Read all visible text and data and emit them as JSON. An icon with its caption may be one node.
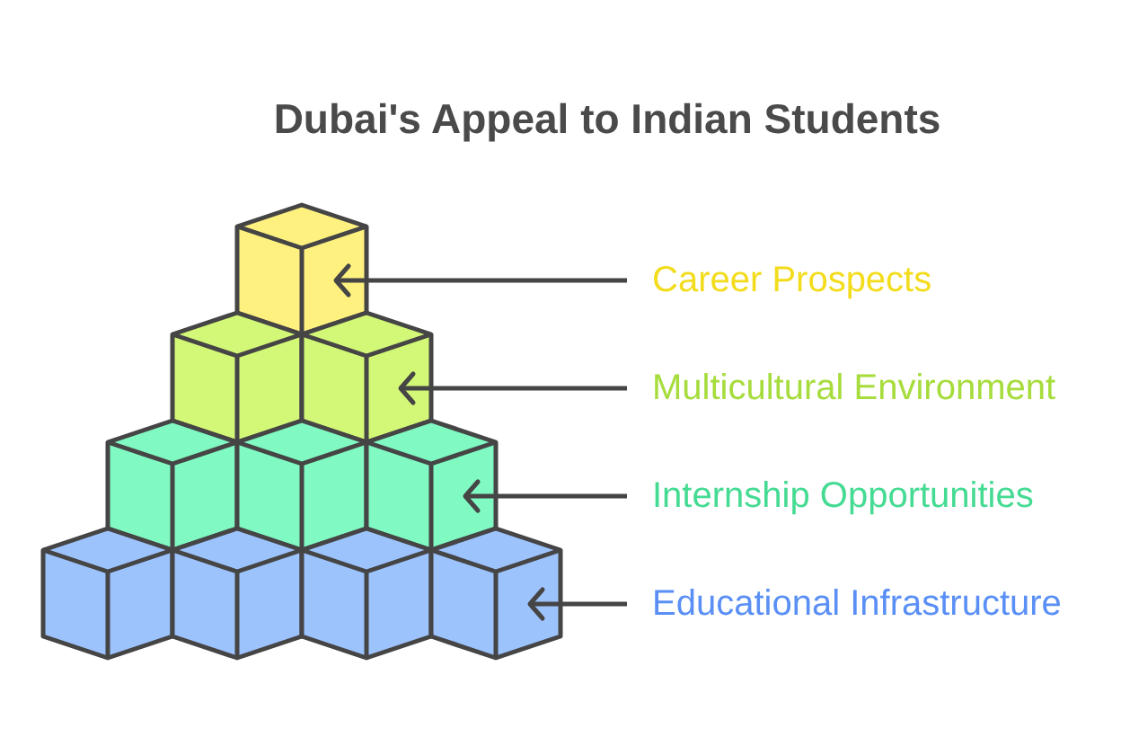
{
  "diagram": {
    "title": "Dubai's Appeal to Indian Students",
    "nodes": [
      {
        "text": [],
        "shape": "picture"
      },
      {
        "text": [],
        "shape": "picture"
      },
      {
        "text": [],
        "shape": "picture"
      },
      {
        "text": [],
        "shape": "picture"
      },
      {
        "text": [
          "Career Prospects"
        ]
      },
      {
        "text": [
          "Multicultural Environment"
        ]
      },
      {
        "text": [
          "Internship Opportunities"
        ]
      },
      {
        "text": [
          "Educational Infrastructure"
        ]
      }
    ],
    "edges": [
      {
        "from": 4,
        "to": 0,
        "arrow": "to"
      },
      {
        "from": 5,
        "to": 1,
        "arrow": "to"
      },
      {
        "from": 6,
        "to": 2,
        "arrow": "to"
      },
      {
        "from": 7,
        "to": 3,
        "arrow": "to"
      }
    ]
  }
}
